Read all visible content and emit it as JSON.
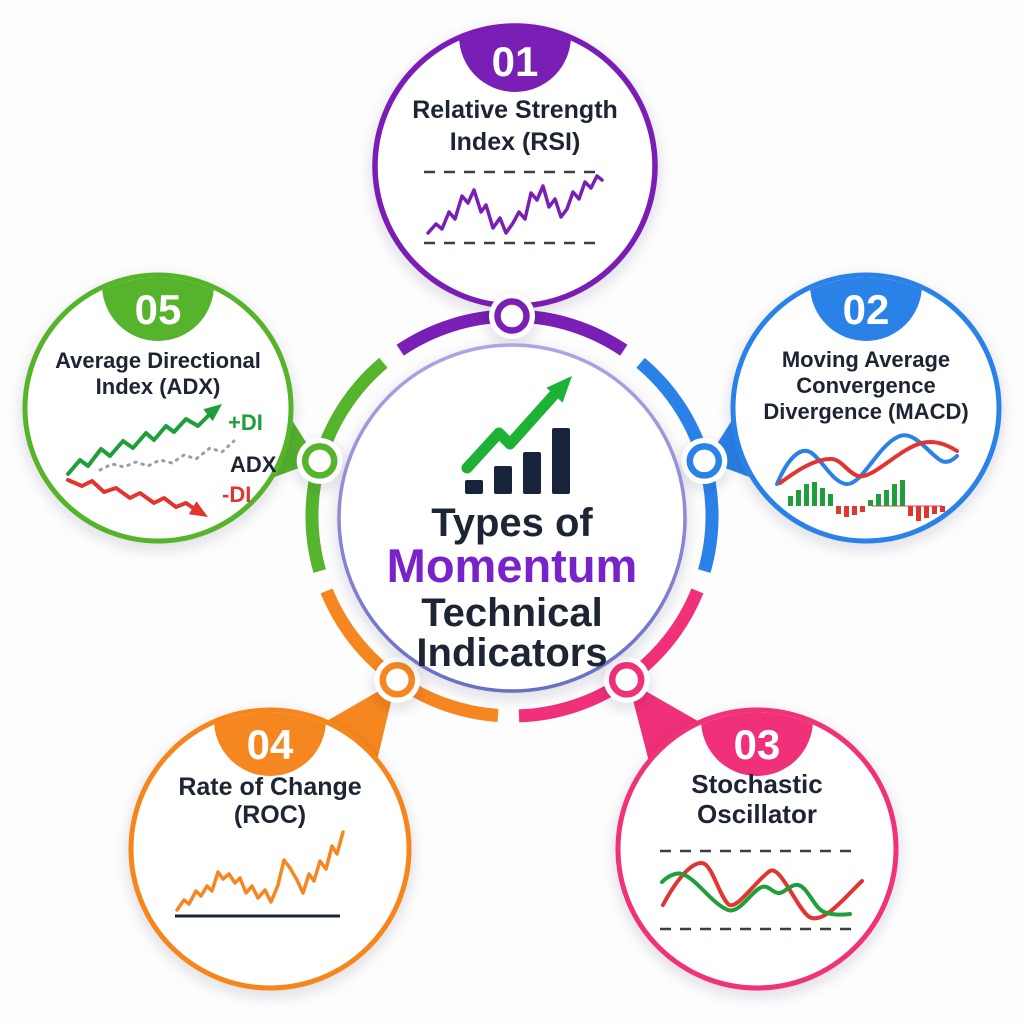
{
  "infographic_title": "Types of Momentum Technical Indicators",
  "center": {
    "title_lines": [
      "Types of",
      "Momentum",
      "Technical",
      "Indicators"
    ],
    "accent_color": "#7A22C9",
    "icon": "bar-chart-with-growth-arrow"
  },
  "nodes": [
    {
      "id": "rsi",
      "number": "01",
      "color": "#7A1FB5",
      "label_lines": [
        "Relative Strength",
        "Index (RSI)"
      ],
      "chart_icon": "rsi-zigzag-between-dashed-bands"
    },
    {
      "id": "macd",
      "number": "02",
      "color": "#2A82E8",
      "label_lines": [
        "Moving Average",
        "Convergence",
        "Divergence (MACD)"
      ],
      "chart_icon": "macd-signal-lines-with-histogram"
    },
    {
      "id": "stochastic",
      "number": "03",
      "color": "#F03078",
      "label_lines": [
        "Stochastic",
        "Oscillator"
      ],
      "chart_icon": "stochastic-waves-between-dashed-bands"
    },
    {
      "id": "roc",
      "number": "04",
      "color": "#F6861F",
      "label_lines": [
        "Rate of Change",
        "(ROC)"
      ],
      "chart_icon": "roc-rising-zigzag-over-baseline"
    },
    {
      "id": "adx",
      "number": "05",
      "color": "#55B42C",
      "label_lines": [
        "Average Directional",
        "Index (ADX)"
      ],
      "chart_icon": "adx-plus-di-minus-di-lines",
      "chart_labels": {
        "plus_di": "+DI",
        "adx": "ADX",
        "minus_di": "-DI"
      }
    }
  ],
  "palette": {
    "navy": "#16233B",
    "text_dark": "#1D2433",
    "green_arrow": "#1DB135",
    "chart_green": "#1F9E3C",
    "chart_red": "#E3352F",
    "gray_dotted": "#9AA0A6",
    "dash_line": "#3A3F46",
    "ring_gradient_top": "#B3A2E2",
    "ring_gradient_bottom": "#6670C8",
    "background": "#FDFDFE"
  }
}
